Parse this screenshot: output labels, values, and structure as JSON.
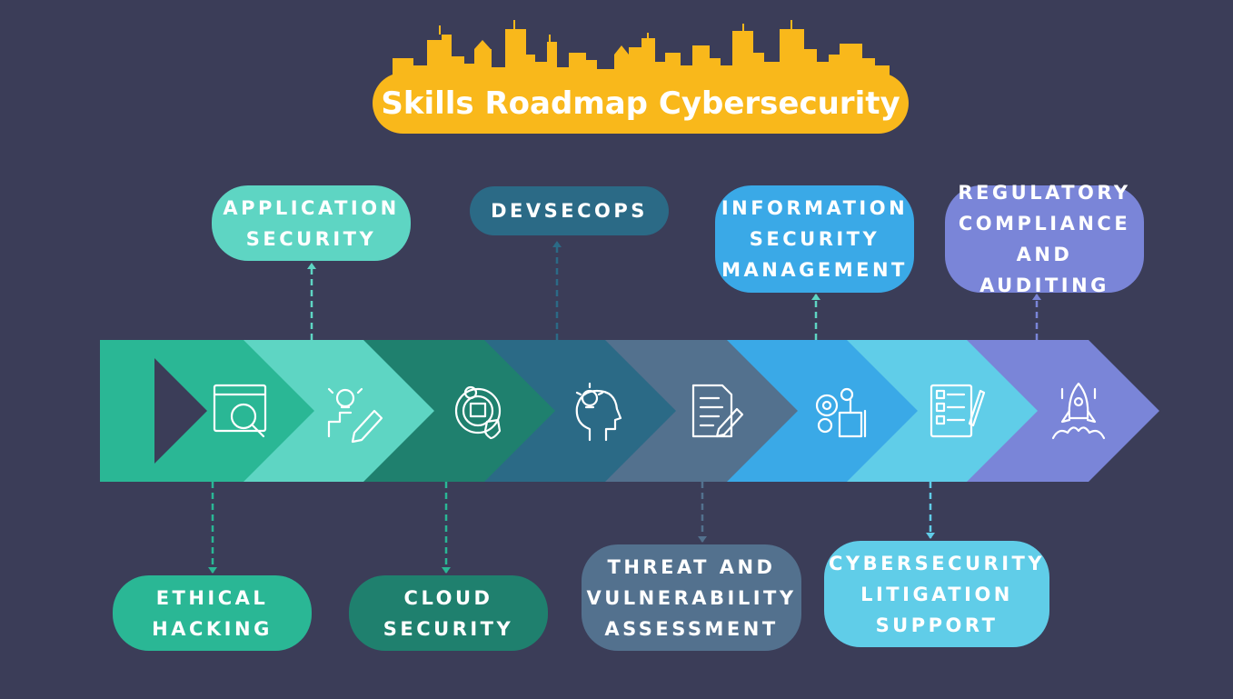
{
  "title": "Skills Roadmap Cybersecurity",
  "colors": {
    "background": "#3b3d58",
    "title": "#f9b81b"
  },
  "stages": [
    {
      "icon": "web-search-icon",
      "color": "#2ab795"
    },
    {
      "icon": "idea-design-icon",
      "color": "#5ed5c3"
    },
    {
      "icon": "gear-cloud-shield-icon",
      "color": "#1f806e"
    },
    {
      "icon": "head-lightbulb-icon",
      "color": "#2b6a86"
    },
    {
      "icon": "document-pen-icon",
      "color": "#53718e"
    },
    {
      "icon": "gears-management-icon",
      "color": "#3aa9e7"
    },
    {
      "icon": "checklist-icon",
      "color": "#60cde8"
    },
    {
      "icon": "rocket-icon",
      "color": "#7a85d8"
    }
  ],
  "top_labels": [
    {
      "text": "APPLICATION\nSECURITY",
      "color": "#5ed5c3"
    },
    {
      "text": "DEVSECOPS",
      "color": "#2b6a86"
    },
    {
      "text": "INFORMATION\nSECURITY\nMANAGEMENT",
      "color": "#3aa9e7"
    },
    {
      "text": "REGULATORY\nCOMPLIANCE\nAND AUDITING",
      "color": "#7a85d8"
    }
  ],
  "bottom_labels": [
    {
      "text": "ETHICAL\nHACKING",
      "color": "#2ab795"
    },
    {
      "text": "CLOUD\nSECURITY",
      "color": "#1f806e"
    },
    {
      "text": "THREAT AND\nVULNERABILITY\nASSESSMENT",
      "color": "#53718e"
    },
    {
      "text": "CYBERSECURITY\nLITIGATION\nSUPPORT",
      "color": "#60cde8"
    }
  ]
}
